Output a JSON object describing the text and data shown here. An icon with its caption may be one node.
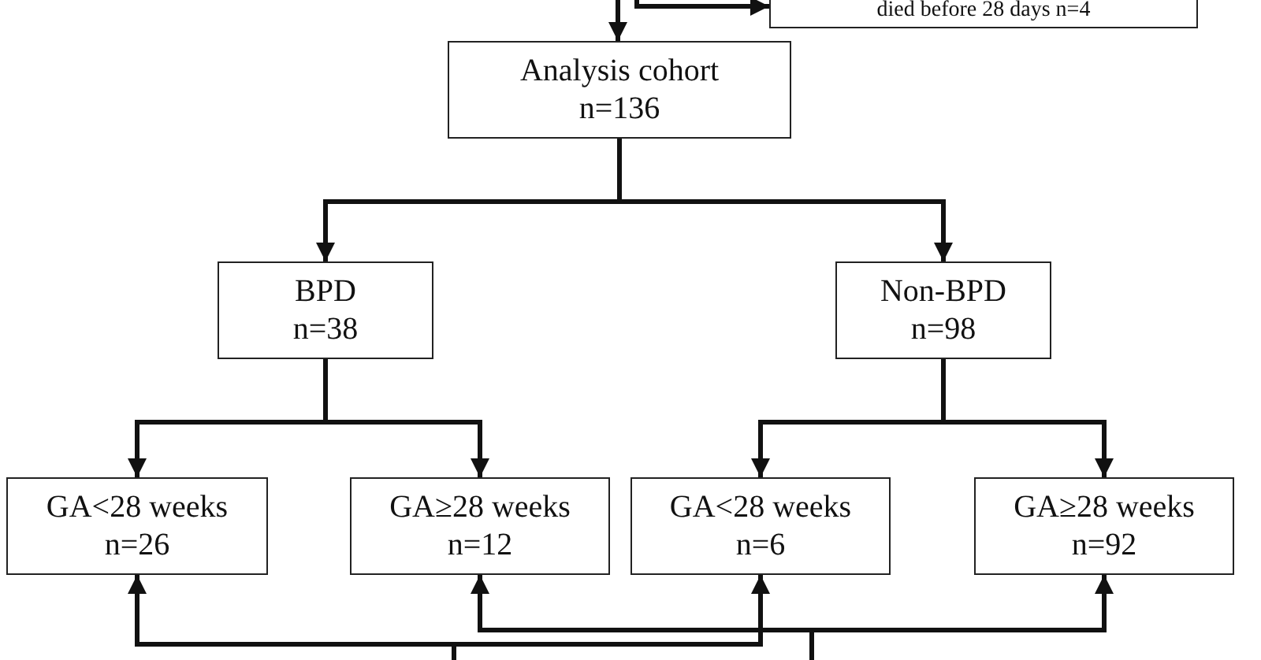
{
  "diagram": {
    "nodes": [
      {
        "text": [
          "died before 28 days n=4"
        ]
      },
      {
        "text": [
          "Analysis cohort",
          "n=136"
        ]
      },
      {
        "text": [
          "BPD",
          "n=38"
        ]
      },
      {
        "text": [
          "Non-BPD",
          "n=98"
        ]
      },
      {
        "text": [
          "GA<28 weeks",
          "n=26"
        ]
      },
      {
        "text": [
          "GA≥28 weeks",
          "n=12"
        ]
      },
      {
        "text": [
          "GA<28 weeks",
          "n=6"
        ]
      },
      {
        "text": [
          "GA≥28 weeks",
          "n=92"
        ]
      }
    ],
    "edges": [
      {
        "from": null,
        "to": 1,
        "arrow": "to"
      },
      {
        "from": null,
        "to": 0,
        "arrow": "to"
      },
      {
        "from": 1,
        "to": 2,
        "arrow": "to"
      },
      {
        "from": 1,
        "to": 3,
        "arrow": "to"
      },
      {
        "from": 2,
        "to": 4,
        "arrow": "to"
      },
      {
        "from": 2,
        "to": 5,
        "arrow": "to"
      },
      {
        "from": 3,
        "to": 6,
        "arrow": "to"
      },
      {
        "from": 3,
        "to": 7,
        "arrow": "to"
      },
      {
        "from": null,
        "to": 4,
        "arrow": "to"
      },
      {
        "from": null,
        "to": 6,
        "arrow": "to"
      },
      {
        "from": null,
        "to": 5,
        "arrow": "to"
      },
      {
        "from": null,
        "to": 7,
        "arrow": "to"
      }
    ]
  }
}
